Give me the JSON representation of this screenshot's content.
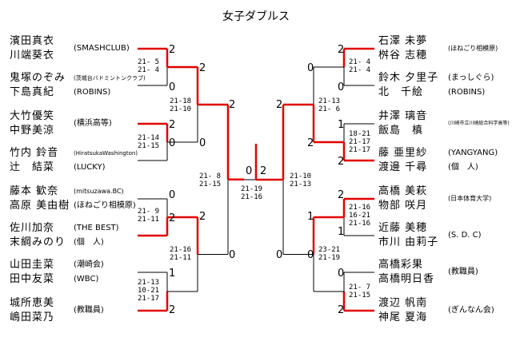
{
  "title": "女子ダブルス",
  "left_pairs": [
    {
      "p1": "濱田真衣",
      "p2": "川端葵衣",
      "club": "(SMASHCLUB)"
    },
    {
      "p1": "鬼塚のぞみ",
      "p2": "下島真紀",
      "club1": "(茨城台バドミントンクラブ)",
      "club2": "(ROBINS)"
    },
    {
      "p1": "大竹優笑",
      "p2": "中野美涼",
      "club": "(横浜高等)"
    },
    {
      "p1": "竹内 鈴音",
      "p2": "辻　結菜",
      "club1": "(HiratsukaWashington)",
      "club2": "(LUCKY)"
    },
    {
      "p1": "藤本 歓奈",
      "p2": "高原 美由樹",
      "club1": "(mitsuzawa.BC)",
      "club2": "(ほねごり相模原)"
    },
    {
      "p1": "佐川加奈",
      "p2": "末綱みのり",
      "club1": "(THE BEST)",
      "club2": "(個　人)"
    },
    {
      "p1": "山田圭菜",
      "p2": "田中友菜",
      "club1": "(潮崎会)",
      "club2": "(WBC)"
    },
    {
      "p1": "城所恵美",
      "p2": "嶋田菜乃",
      "club": "(教職員)"
    }
  ],
  "right_pairs": [
    {
      "p1": "石澤 未夢",
      "p2": "桝谷 志穂",
      "club": "(ほねごり相模原)"
    },
    {
      "p1": "鈴木 夕里子",
      "p2": "北　千絵",
      "club1": "(まっしぐら)",
      "club2": "(ROBINS)"
    },
    {
      "p1": "井澤 璃音",
      "p2": "飯島　槙",
      "club": "(川崎市立川崎総合科学高等)"
    },
    {
      "p1": "藤 亜里紗",
      "p2": "渡邊 千尋",
      "club1": "(YANGYANG)",
      "club2": "(個　人)"
    },
    {
      "p1": "高橋 美萩",
      "p2": "物部 咲月",
      "club": "(日本体育大学)"
    },
    {
      "p1": "近藤 美穂",
      "p2": "市川 由莉子",
      "club": "(S. D. C)"
    },
    {
      "p1": "高橋彩果",
      "p2": "高橋明日香",
      "club": "(教職員)"
    },
    {
      "p1": "渡辺 帆南",
      "p2": "神尾 夏海",
      "club": "(ぎんなん会)"
    }
  ],
  "left_r1": [
    {
      "top": "2",
      "bottom": "0",
      "scores": [
        "21- 5",
        "21- 4"
      ]
    },
    {
      "top": "2",
      "bottom": "0",
      "scores": [
        "21-14",
        "21-15"
      ]
    },
    {
      "top": "0",
      "bottom": "2",
      "scores": [
        "21- 9",
        "21-11"
      ]
    },
    {
      "top": "1",
      "bottom": "2",
      "scores": [
        "21-13",
        "10-21",
        "21-17"
      ]
    }
  ],
  "left_r2": [
    {
      "top": "2",
      "bottom": "0",
      "scores": [
        "21-18",
        "21-10"
      ]
    },
    {
      "top": "2",
      "bottom": "0",
      "scores": [
        "21-16",
        "21-11"
      ]
    }
  ],
  "left_r3": {
    "top": "2",
    "bottom": "0",
    "scores": [
      "21- 8",
      "21-15"
    ]
  },
  "right_r1": [
    {
      "top": "2",
      "bottom": "0",
      "scores": [
        "21- 4",
        "21- 4"
      ]
    },
    {
      "top": "1",
      "bottom": "2",
      "scores": [
        "18-21",
        "21-17",
        "21-17"
      ]
    },
    {
      "top": "2",
      "bottom": "1",
      "scores": [
        "21-16",
        "16-21",
        "21-16"
      ]
    },
    {
      "top": "0",
      "bottom": "2",
      "scores": [
        "21- 7",
        "21-15"
      ]
    }
  ],
  "right_r2": [
    {
      "top": "0",
      "bottom": "2",
      "scores": [
        "21-13",
        "21- 6"
      ]
    },
    {
      "top": "1",
      "bottom": "0",
      "scores": [
        "23-21",
        "21-19"
      ]
    }
  ],
  "right_r3": {
    "top": "2",
    "bottom": "0",
    "scores": [
      "21-10",
      "21-13"
    ]
  },
  "final": {
    "left": "0",
    "right": "2",
    "scores": [
      "21-19",
      "21-16"
    ]
  },
  "colors": {
    "winner_line": "#e00000",
    "line": "#000000"
  }
}
